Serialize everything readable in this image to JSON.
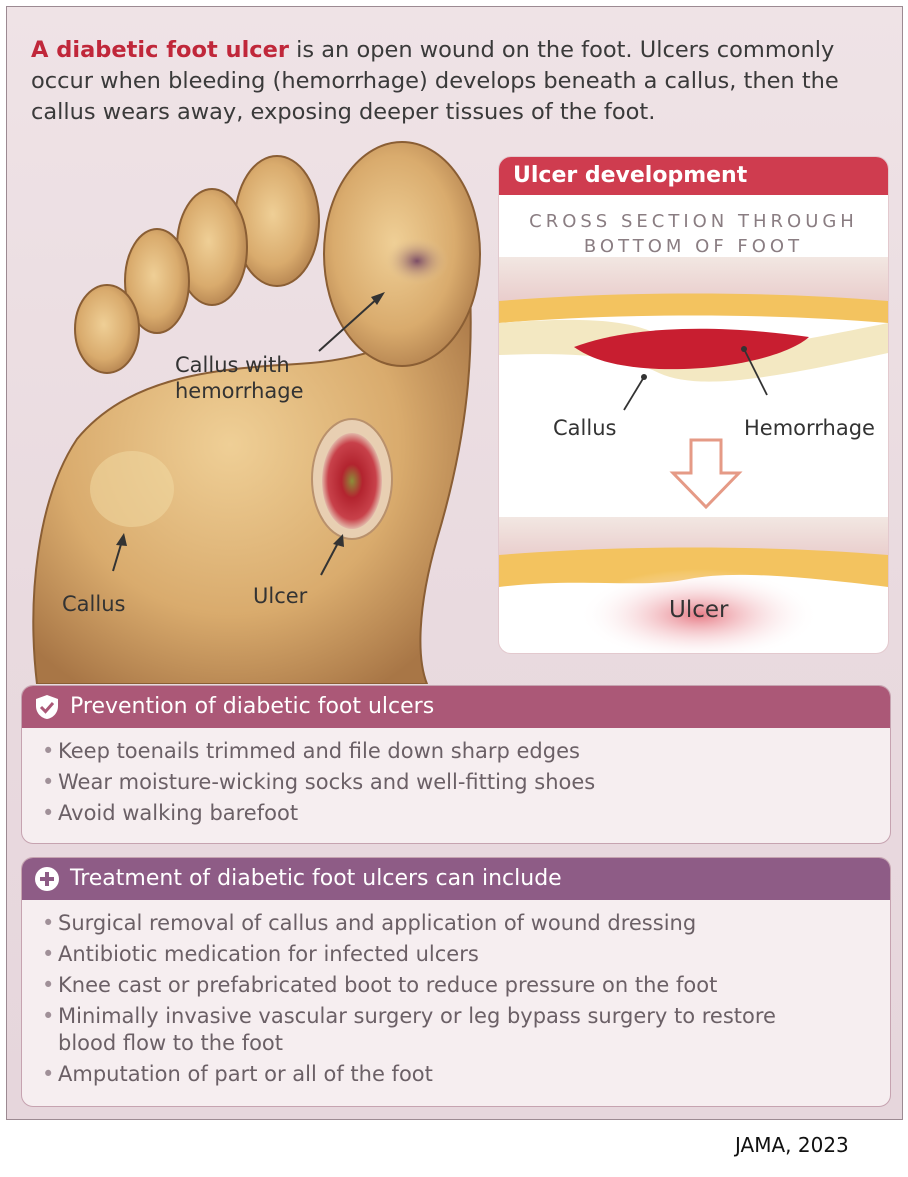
{
  "intro": {
    "lead": "A diabetic foot ulcer",
    "text": " is an open wound on the foot. Ulcers commonly occur when bleeding (hemorrhage) develops beneath a callus, then the callus wears away, exposing deeper tissues of the foot."
  },
  "foot": {
    "label_callus_hemorrhage_line1": "Callus with",
    "label_callus_hemorrhage_line2": "hemorrhage",
    "label_callus": "Callus",
    "label_ulcer": "Ulcer"
  },
  "panel": {
    "title": "Ulcer development",
    "subtitle_line1": "CROSS SECTION THROUGH",
    "subtitle_line2": "BOTTOM OF FOOT",
    "label_callus": "Callus",
    "label_hemorrhage": "Hemorrhage",
    "label_ulcer": "Ulcer"
  },
  "prevention": {
    "title": "Prevention of diabetic foot ulcers",
    "icon": "shield-check-icon",
    "items": [
      "Keep toenails trimmed and file down sharp edges",
      "Wear moisture-wicking socks and well-fitting shoes",
      "Avoid walking barefoot"
    ]
  },
  "treatment": {
    "title": "Treatment of diabetic foot ulcers can include",
    "icon": "plus-circle-icon",
    "items": [
      "Surgical removal of callus and application of wound dressing",
      "Antibiotic medication for infected ulcers",
      "Knee cast or prefabricated boot to reduce pressure on the foot",
      "Minimally invasive vascular surgery or leg bypass surgery to restore blood flow to the foot",
      "Amputation of part or all of the foot"
    ]
  },
  "credit": "JAMA, 2023",
  "colors": {
    "accent_red": "#c0273a",
    "panel_header": "#cf3c4f",
    "prevention_header": "#ab5877",
    "treatment_header": "#8e5c86"
  }
}
